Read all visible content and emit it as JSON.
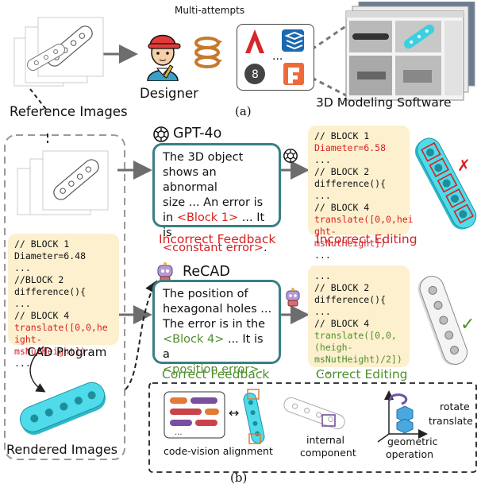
{
  "top": {
    "multi_attempts": "Multi-attempts",
    "designer": "Designer",
    "software": "3D Modeling Software",
    "reference_images": "Reference Images",
    "label_a": "(a)"
  },
  "gpt": {
    "title": "GPT-4o",
    "f1": "The 3D object",
    "f2": "shows an abnormal",
    "f3": "size ... An error is",
    "f4a": "in ",
    "f4b": "<Block 1>",
    "f4c": " ... It is",
    "f5": "<constant error>",
    "f5b": ".",
    "caption": "Incorrect Feedback"
  },
  "incorrect_code": {
    "l1": "// BLOCK 1",
    "l2": "Diameter=6.58",
    "l3": "...",
    "l4": "// BLOCK 2",
    "l5": "difference(){",
    "l6": "...",
    "l7": "// BLOCK 4",
    "l8": "translate([0,0,hei",
    "l9": "ght-msNutHeight])",
    "l10": "...",
    "caption": "Incorrect Editing"
  },
  "program": {
    "l1": "// BLOCK 1",
    "l2": "Diameter=6.48",
    "l3": "...",
    "l4": "//BLOCK 2",
    "l5": "difference(){",
    "l6": "...",
    "l7": "// BLOCK 4",
    "l8": "translate([0,0,he",
    "l9": "ight-msNutHeight])",
    "l10": "...",
    "caption": "CAD Program",
    "rendered": "Rendered Images"
  },
  "recad": {
    "title": "ReCAD",
    "f1": "The position of",
    "f2": "hexagonal holes ...",
    "f3": "The error is in the",
    "f4a": "<Block 4>",
    "f4b": " ... It is a",
    "f5": "<position error>",
    "f5b": ".",
    "caption": "Correct Feedback"
  },
  "correct_code": {
    "l1": "...",
    "l2": "// BLOCK 2",
    "l3": "difference(){",
    "l4": "...",
    "l5": "// BLOCK 4",
    "l6": "translate([0,0,",
    "l7": "(heigh-",
    "l8": "msNutHeight)/2])",
    "l9": "...",
    "caption": "Correct Editing"
  },
  "legend": {
    "code_vision": "code-vision alignment",
    "internal1": "internal",
    "internal2": "component",
    "geometric1": "geometric",
    "geometric2": "operation",
    "rotate": "rotate",
    "translate": "translate"
  },
  "label_b": "(b)",
  "colors": {
    "teal": "#3a7f86",
    "cad_blue": "#3bd0e0",
    "code_bg": "#fdf0cf",
    "error_red": "#d62222",
    "correct_green": "#4f8f2a"
  }
}
